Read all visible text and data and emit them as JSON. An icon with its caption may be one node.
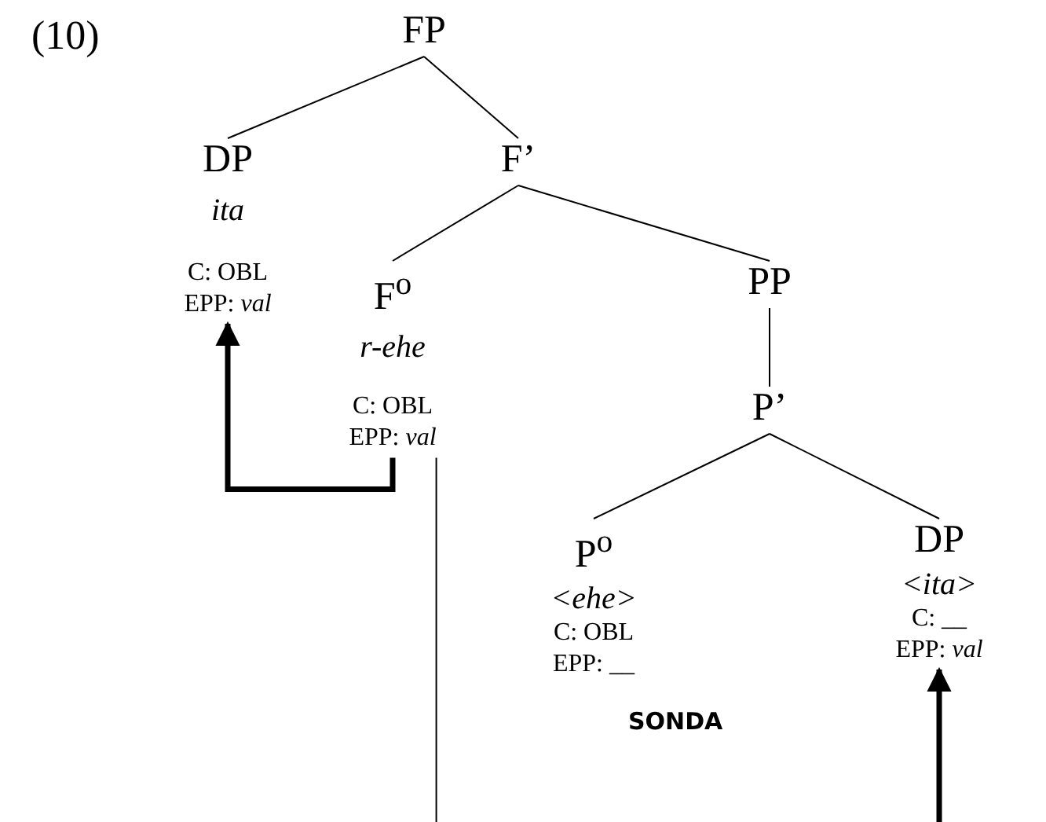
{
  "diagram": {
    "nodes": [
      {
        "text": [
          "FP"
        ]
      },
      {
        "text": [
          "DP",
          "ita",
          "C: OBL",
          "EPP: *val*"
        ]
      },
      {
        "text": [
          "F’"
        ]
      },
      {
        "text": [
          "F$^{o}$",
          "r-ehe",
          "C: OBL",
          "EPP: *val*"
        ]
      },
      {
        "text": [
          "PP"
        ]
      },
      {
        "text": [
          "P’"
        ]
      },
      {
        "text": [
          "P$^{o}$",
          "<ehe>",
          "C: OBL",
          "EPP: __"
        ]
      },
      {
        "text": [
          "DP",
          "<ita>",
          "C: __",
          "EPP: *val*"
        ]
      }
    ],
    "edges": [
      {
        "from": 0,
        "to": 1,
        "arrow": "none"
      },
      {
        "from": 0,
        "to": 2,
        "arrow": "none"
      },
      {
        "from": 2,
        "to": 3,
        "arrow": "none"
      },
      {
        "from": 2,
        "to": 4,
        "arrow": "none"
      },
      {
        "from": 4,
        "to": 5,
        "arrow": "none"
      },
      {
        "from": 5,
        "to": 6,
        "arrow": "none"
      },
      {
        "from": 5,
        "to": 7,
        "arrow": "none"
      },
      {
        "from": 3,
        "to": 1,
        "arrow": "to",
        "style": "thick"
      },
      {
        "from": 3,
        "to": null,
        "arrow": "none"
      },
      {
        "from": null,
        "to": 7,
        "arrow": "to",
        "style": "thick"
      }
    ],
    "labels": [
      "(10)",
      "SONDA"
    ]
  }
}
